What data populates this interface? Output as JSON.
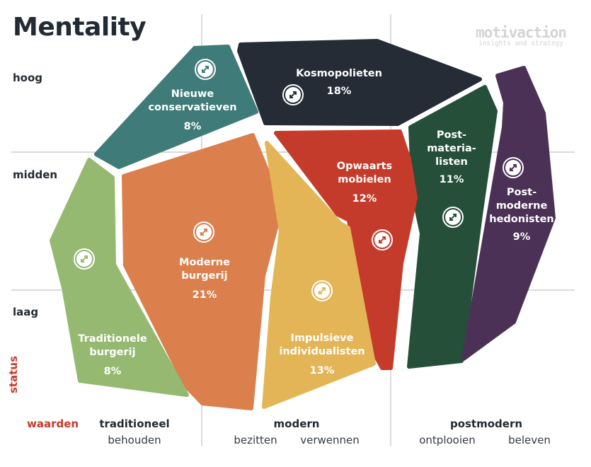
{
  "title": "Mentality",
  "brand": {
    "name": "motivaction",
    "tagline": "insights and strategy"
  },
  "y_axis": {
    "title": "status",
    "levels": [
      "hoog",
      "midden",
      "laag"
    ]
  },
  "x_axis": {
    "title": "waarden",
    "categories": [
      {
        "label": "traditioneel",
        "subs": [
          "behouden"
        ]
      },
      {
        "label": "modern",
        "subs": [
          "bezitten",
          "verwennen"
        ]
      },
      {
        "label": "postmodern",
        "subs": [
          "ontplooien",
          "beleven"
        ]
      }
    ]
  },
  "segments": [
    {
      "id": "nieuwe-conservatieven",
      "name_lines": [
        "Nieuwe",
        "conservatieven"
      ],
      "pct": "8%",
      "color": "#3f7b78"
    },
    {
      "id": "kosmopolieten",
      "name_lines": [
        "Kosmopolieten"
      ],
      "pct": "18%",
      "color": "#252c36"
    },
    {
      "id": "postmaterialisten",
      "name_lines": [
        "Post-",
        "materia-",
        "listen"
      ],
      "pct": "11%",
      "color": "#264f3a"
    },
    {
      "id": "postmoderne-hedonisten",
      "name_lines": [
        "Post-",
        "moderne",
        "hedonisten"
      ],
      "pct": "9%",
      "color": "#4b3156"
    },
    {
      "id": "opwaarts-mobielen",
      "name_lines": [
        "Opwaarts",
        "mobielen"
      ],
      "pct": "12%",
      "color": "#c53b2b"
    },
    {
      "id": "moderne-burgerij",
      "name_lines": [
        "Moderne",
        "burgerij"
      ],
      "pct": "21%",
      "color": "#db7f4c"
    },
    {
      "id": "traditionele-burgerij",
      "name_lines": [
        "Traditionele",
        "burgerij"
      ],
      "pct": "8%",
      "color": "#96b972"
    },
    {
      "id": "impulsieve-individualisten",
      "name_lines": [
        "Impulsieve",
        "individualisten"
      ],
      "pct": "13%",
      "color": "#e3b556"
    }
  ],
  "labels": {
    "nc": "Nieuwe\nconservatieven",
    "nc1": "Nieuwe",
    "nc2": "conservatieven",
    "nc_pct": "8%",
    "ko1": "Kosmopolieten",
    "ko_pct": "18%",
    "pm1": "Post-",
    "pm2": "materia-",
    "pm3": "listen",
    "pm_pct": "11%",
    "ph1": "Post-",
    "ph2": "moderne",
    "ph3": "hedonisten",
    "ph_pct": "9%",
    "om1": "Opwaarts",
    "om2": "mobielen",
    "om_pct": "12%",
    "mb1": "Moderne",
    "mb2": "burgerij",
    "mb_pct": "21%",
    "tb1": "Traditionele",
    "tb2": "burgerij",
    "tb_pct": "8%",
    "ii1": "Impulsieve",
    "ii2": "individualisten",
    "ii_pct": "13%"
  },
  "colors": {
    "accent": "#c8392b",
    "grid": "#c4c4c8",
    "text": "#232a33"
  }
}
